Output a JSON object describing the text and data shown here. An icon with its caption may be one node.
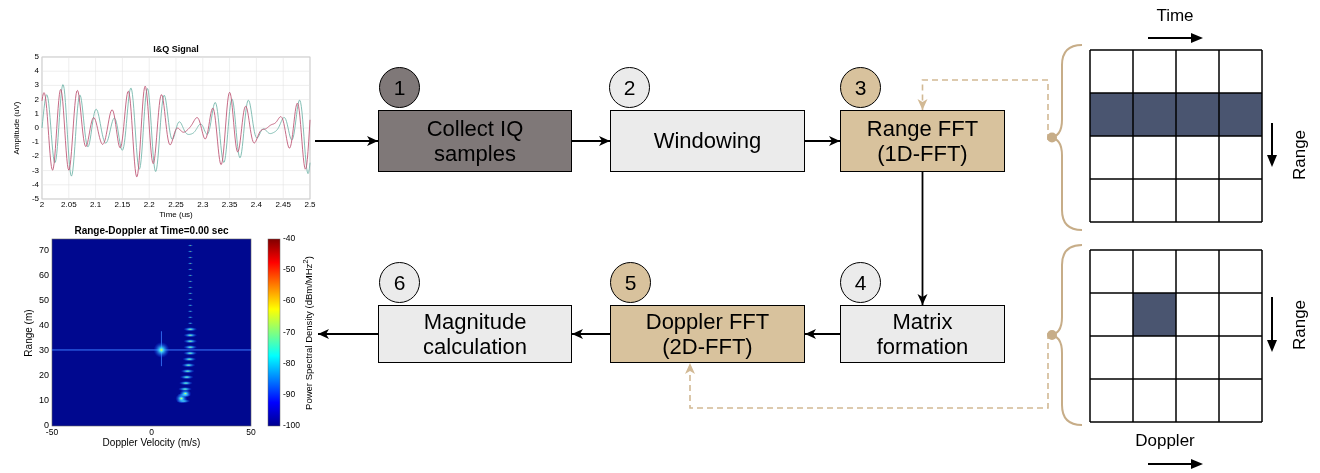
{
  "diagram": {
    "nodes": [
      {
        "text": [
          "I&Q Signal",
          "Amplitude (uV)",
          "Time (us)",
          "5",
          "4",
          "3",
          "2",
          "1",
          "0",
          "-1",
          "-2",
          "-3",
          "-4",
          "-5",
          "2",
          "2.05",
          "2.1",
          "2.15",
          "2.2",
          "2.25",
          "2.3",
          "2.35",
          "2.4",
          "2.45",
          "2.5"
        ]
      },
      {
        "text": [
          "1"
        ]
      },
      {
        "text": [
          "Collect IQ samples"
        ]
      },
      {
        "text": [
          "2"
        ]
      },
      {
        "text": [
          "Windowing"
        ]
      },
      {
        "text": [
          "3"
        ]
      },
      {
        "text": [
          "Range FFT (1D-FFT)"
        ]
      },
      {
        "text": [
          "Time",
          "Range"
        ]
      },
      {
        "text": [
          "Range-Doppler at Time=0.00 sec",
          "Range (m)",
          "Doppler Velocity (m/s)",
          "Power Spectral Density (dBm/MHz$^{2}$)",
          "70",
          "60",
          "50",
          "40",
          "30",
          "20",
          "10",
          "0",
          "-50",
          "0",
          "50",
          "-40",
          "-50",
          "-60",
          "-70",
          "-80",
          "-90",
          "-100"
        ]
      },
      {
        "text": [
          "6"
        ]
      },
      {
        "text": [
          "Magnitude calculation"
        ]
      },
      {
        "text": [
          "5"
        ]
      },
      {
        "text": [
          "Doppler FFT (2D-FFT)"
        ]
      },
      {
        "text": [
          "4"
        ]
      },
      {
        "text": [
          "Matrix formation"
        ]
      },
      {
        "text": [
          "Range",
          "Doppler"
        ]
      }
    ],
    "edges": [
      {
        "from": 0,
        "to": 2,
        "arrow": "to"
      },
      {
        "from": 2,
        "to": 4,
        "arrow": "to"
      },
      {
        "from": 4,
        "to": 6,
        "arrow": "to"
      },
      {
        "from": 6,
        "to": 14,
        "arrow": "to"
      },
      {
        "from": 14,
        "to": 12,
        "arrow": "to"
      },
      {
        "from": 12,
        "to": 10,
        "arrow": "to"
      },
      {
        "from": 10,
        "to": 8,
        "arrow": "to"
      },
      {
        "from": 7,
        "to": 6,
        "arrow": "to",
        "style": "dashed",
        "color": "#d2b994"
      },
      {
        "from": 15,
        "to": 12,
        "arrow": "to",
        "style": "dashed",
        "color": "#d2b994"
      }
    ]
  }
}
